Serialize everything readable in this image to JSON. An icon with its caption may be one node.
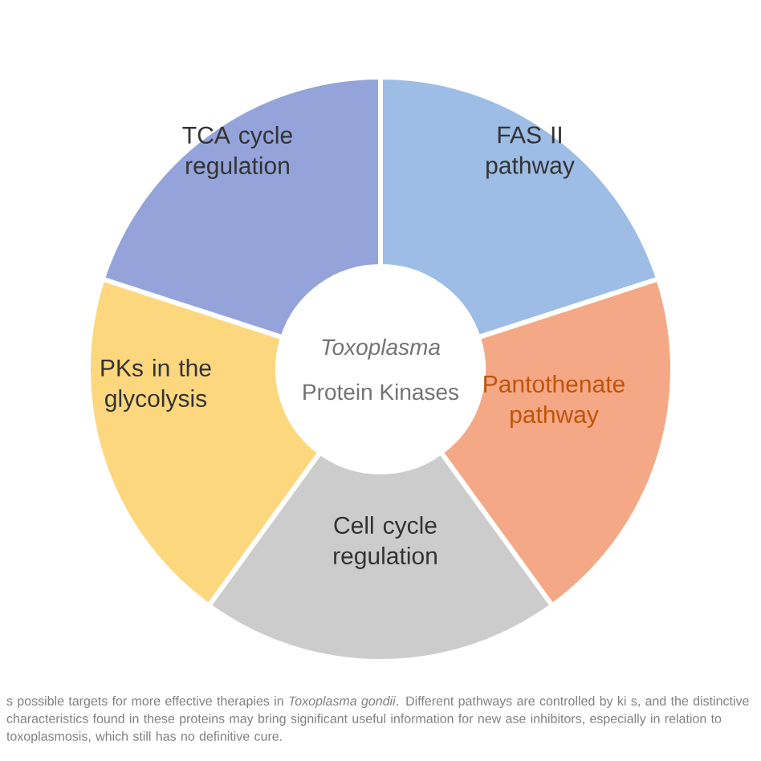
{
  "diagram": {
    "caption": "s possible targets for more effective therapies in *Toxoplasma gondii*. Different pathways are controlled by ki s, and the distinctive characteristics found in these proteins may bring significant useful information for new ase inhibitors, especially in relation to toxoplasmosis, which still has no definitive cure.",
    "nodes": [
      {
        "text": [
          "Toxoplasma",
          "Protein Kinases"
        ]
      },
      {
        "text": [
          "FAS II pathway"
        ]
      },
      {
        "text": [
          "Pantothenate pathway"
        ]
      },
      {
        "text": [
          "Cell cycle regulation"
        ]
      },
      {
        "text": [
          "PKs in the glycolysis"
        ]
      },
      {
        "text": [
          "TCA cycle regulation"
        ]
      }
    ]
  }
}
